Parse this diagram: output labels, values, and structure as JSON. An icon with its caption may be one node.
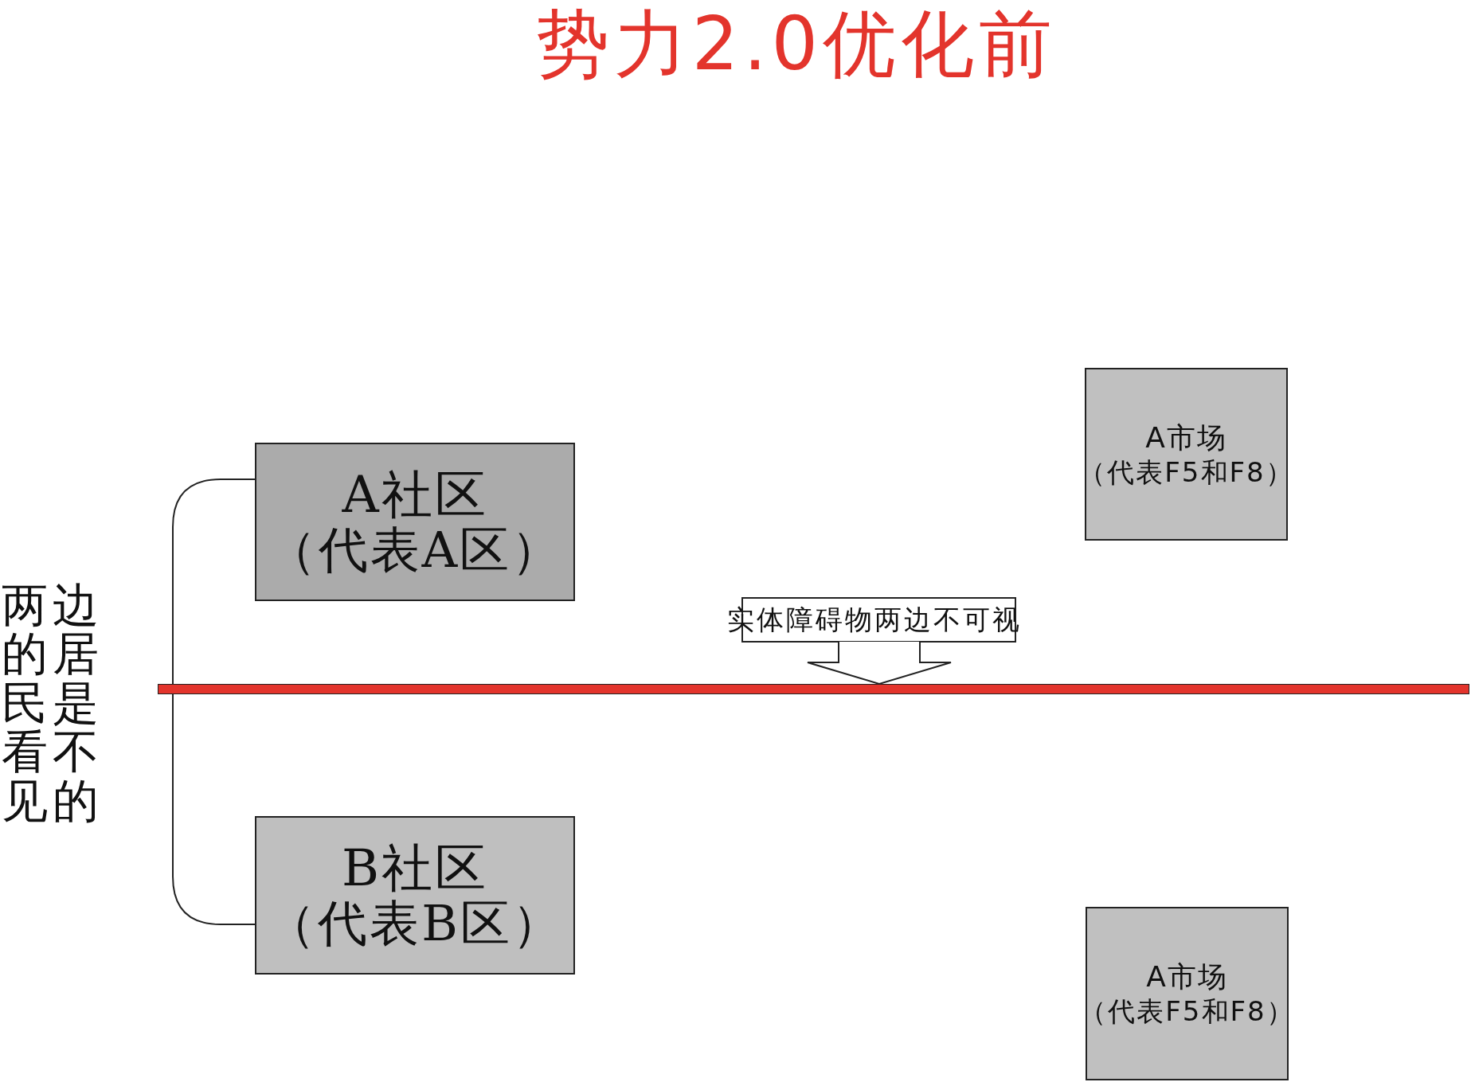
{
  "diagram": {
    "title": "势力2.0优化前",
    "nodes": [
      {
        "text": [
          "A市场",
          "（代表F5和F8）"
        ]
      },
      {
        "text": [
          "A社区",
          "（代表A区）"
        ]
      },
      {
        "text": [
          "实体障碍物两边不可视"
        ]
      },
      {
        "text": [],
        "shape": "bar"
      },
      {
        "text": [
          "B社区",
          "（代表B区）"
        ]
      },
      {
        "text": [
          "A市场",
          "（代表F5和F8）"
        ]
      }
    ],
    "edges": [
      {
        "from": 2,
        "to": 3,
        "arrow": "to"
      },
      {
        "from": 1,
        "to": 4,
        "arrow": "none"
      }
    ],
    "labels": [
      "两边的居民是看不见的"
    ]
  }
}
